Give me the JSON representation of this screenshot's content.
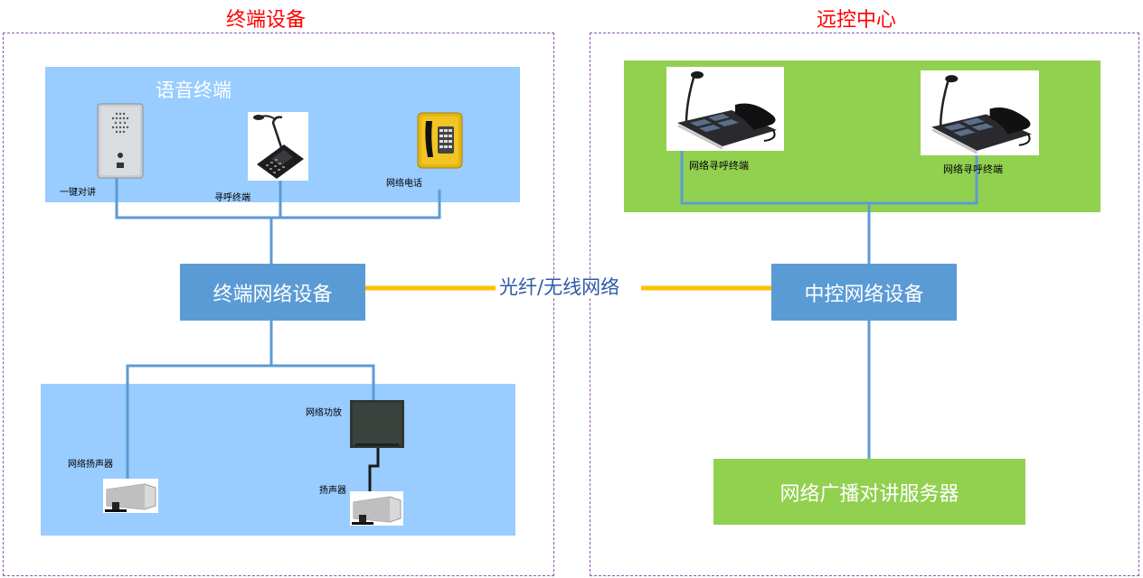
{
  "left_region": {
    "title": "终端设备",
    "voice_panel": {
      "title": "语音终端",
      "devices": {
        "intercom": "一键对讲",
        "paging_terminal": "寻呼终端",
        "network_phone": "网络电话"
      }
    },
    "network_device": "终端网络设备",
    "audio_panel": {
      "amplifier": "网络功放",
      "network_speaker": "网络扬声器",
      "speaker": "扬声器"
    }
  },
  "link_label": "光纤/无线网络",
  "right_region": {
    "title": "远控中心",
    "console_1": "网络寻呼终端",
    "console_2": "网络寻呼终端",
    "network_device": "中控网络设备",
    "server": "网络广播对讲服务器"
  },
  "colors": {
    "region_title": "#ff0000",
    "device_box": "#5b9bd5",
    "green_panel": "#92d050",
    "blue_panel": "#99ccff",
    "connector": "#5b9bd5",
    "fiber_link": "#ffc000",
    "region_border": "#8b5aa6"
  }
}
